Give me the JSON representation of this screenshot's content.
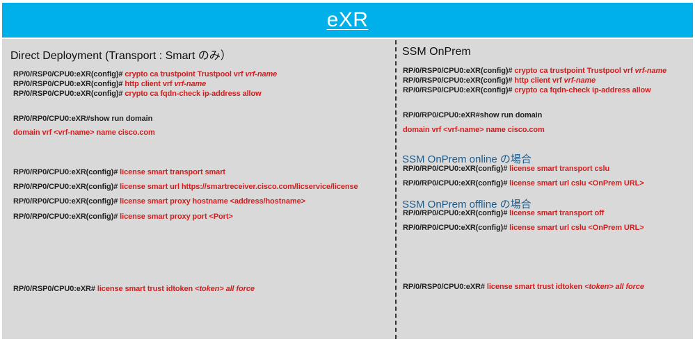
{
  "banner": {
    "title": "eXR"
  },
  "left": {
    "title": "Direct Deployment (Transport : Smart のみ）",
    "lines": [
      {
        "prompt": "RP/0/RSP0/CPU0:eXR(config)# ",
        "cmd": "crypto ca trustpoint Trustpool vrf ",
        "italic": "vrf-name"
      },
      {
        "prompt": "RP/0/RSP0/CPU0:eXR(config)# ",
        "cmd": "http client vrf ",
        "italic": "vrf-name"
      },
      {
        "prompt": "RP/0/RSP0/CPU0:eXR(config)# ",
        "cmd": "crypto ca fqdn-check ip-address allow",
        "italic": ""
      },
      {
        "prompt": "RP/0/RP0/CPU0:eXR#show run domain",
        "cmd": "",
        "italic": ""
      },
      {
        "prompt": "",
        "cmd": "domain vrf <vrf-name> name cisco.com",
        "italic": ""
      },
      {
        "prompt": "RP/0/RP0/CPU0:eXR(config)# ",
        "cmd": "license smart transport smart",
        "italic": ""
      },
      {
        "prompt": "RP/0/RP0/CPU0:eXR(config)# ",
        "cmd": "license smart url https://smartreceiver.cisco.com/licservice/license",
        "italic": ""
      },
      {
        "prompt": "RP/0/RP0/CPU0:eXR(config)# ",
        "cmd": "license smart proxy hostname <address/hostname>",
        "italic": ""
      },
      {
        "prompt": "RP/0/RP0/CPU0:eXR(config)# ",
        "cmd": "license smart proxy port <Port>",
        "italic": ""
      },
      {
        "prompt": "RP/0/RSP0/CPU0:eXR# ",
        "cmd": "license smart trust idtoken ",
        "italic": "<token> all force"
      }
    ]
  },
  "right": {
    "title": "SSM OnPrem",
    "subhead_online": "SSM OnPrem online の場合",
    "subhead_offline": "SSM OnPrem offline の場合",
    "lines": [
      {
        "prompt": "RP/0/RSP0/CPU0:eXR(config)# ",
        "cmd": "crypto ca trustpoint Trustpool vrf ",
        "italic": "vrf-name"
      },
      {
        "prompt": "RP/0/RSP0/CPU0:eXR(config)# ",
        "cmd": "http client vrf ",
        "italic": "vrf-name"
      },
      {
        "prompt": "RP/0/RSP0/CPU0:eXR(config)# ",
        "cmd": "crypto ca fqdn-check ip-address allow",
        "italic": ""
      },
      {
        "prompt": "RP/0/RP0/CPU0:eXR#show run domain",
        "cmd": "",
        "italic": ""
      },
      {
        "prompt": "",
        "cmd": "domain vrf <vrf-name> name cisco.com",
        "italic": ""
      },
      {
        "prompt": "RP/0/RP0/CPU0:eXR(config)# ",
        "cmd": "license smart transport cslu",
        "italic": ""
      },
      {
        "prompt": "RP/0/RP0/CPU0:eXR(config)# ",
        "cmd": "license smart url cslu <OnPrem URL>",
        "italic": ""
      },
      {
        "prompt": "RP/0/RP0/CPU0:eXR(config)# ",
        "cmd": "license smart transport off",
        "italic": ""
      },
      {
        "prompt": "RP/0/RP0/CPU0:eXR(config)# ",
        "cmd": "license smart url cslu <OnPrem URL>",
        "italic": ""
      },
      {
        "prompt": "RP/0/RSP0/CPU0:eXR# ",
        "cmd": "license smart trust idtoken ",
        "italic": "<token> all force"
      }
    ]
  },
  "colors": {
    "banner": "#00b0e8",
    "panel": "#d9d9d9",
    "command": "#d21e1e",
    "subhead": "#1f5b88"
  }
}
